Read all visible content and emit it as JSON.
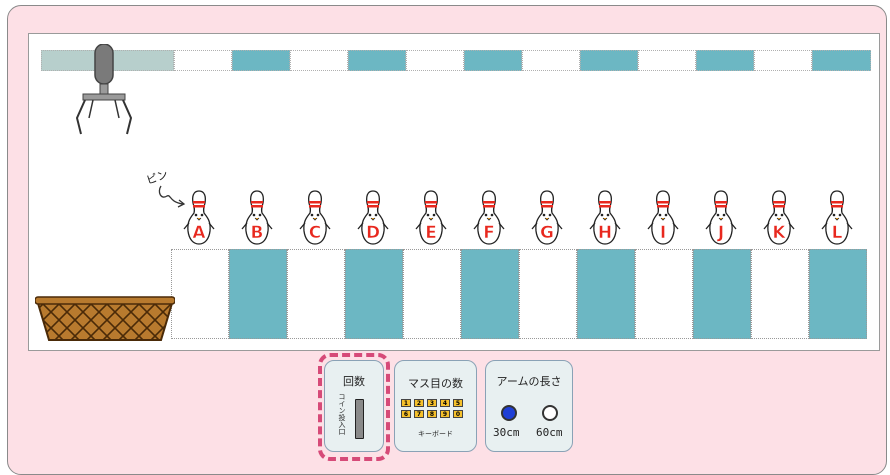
{
  "pin_letters": [
    "A",
    "B",
    "C",
    "D",
    "E",
    "F",
    "G",
    "H",
    "I",
    "J",
    "K",
    "L"
  ],
  "pin_label": "ピン",
  "panels": {
    "coin": {
      "title": "回数",
      "slot_label": "コイン投入口"
    },
    "squares": {
      "title": "マス目の数",
      "keys": [
        "1",
        "2",
        "3",
        "4",
        "5",
        "6",
        "7",
        "8",
        "9",
        "0"
      ],
      "keyboard_label": "キーボード"
    },
    "arm": {
      "title": "アームの長さ",
      "options": [
        {
          "label": "30cm",
          "selected": true
        },
        {
          "label": "60cm",
          "selected": false
        }
      ]
    }
  },
  "colors": {
    "frame_bg": "#fde0e6",
    "teal": "#6cb7c3",
    "rail_start": "#b7cfcc",
    "pin_letter": "#e8281e",
    "highlight": "#d64a78",
    "selected_radio": "#1f3fd6"
  }
}
